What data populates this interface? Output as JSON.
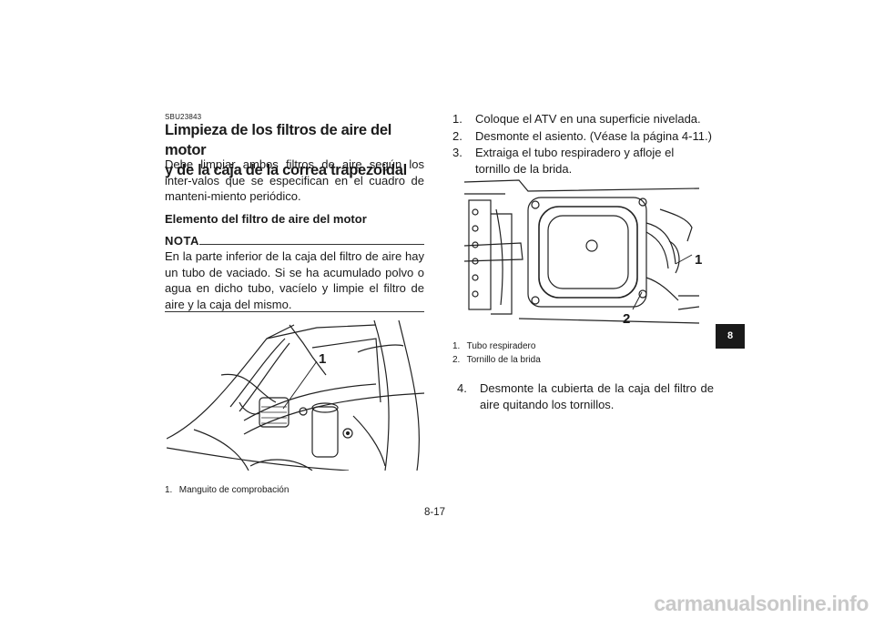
{
  "left_column": {
    "code": "SBU23843",
    "title_line1": "Limpieza de los filtros de aire del motor",
    "title_line2": "y de la caja de la correa trapezoidal",
    "intro": "Debe limpiar ambos filtros de aire según los inter-valos que se especifican en el cuadro de manteni-miento periódico.",
    "subheading": "Elemento del filtro de aire del motor",
    "nota_label": "NOTA",
    "nota_text": "En la parte inferior de la caja del filtro de aire hay un tubo de vaciado. Si se ha acumulado polvo o agua en dicho tubo, vacíelo y limpie el filtro de aire y la caja del mismo.",
    "figure_callouts": [
      "1"
    ],
    "captions": [
      {
        "num": "1.",
        "text": "Manguito de comprobación"
      }
    ]
  },
  "right_column": {
    "steps": [
      {
        "num": "1.",
        "text": "Coloque el ATV en una superficie nivelada."
      },
      {
        "num": "2.",
        "text": "Desmonte el asiento. (Véase la página 4-11.)"
      },
      {
        "num": "3.",
        "text": "Extraiga el tubo respiradero y afloje el tornillo de la brida."
      }
    ],
    "figure_callouts": [
      "1",
      "2"
    ],
    "captions": [
      {
        "num": "1.",
        "text": "Tubo respiradero"
      },
      {
        "num": "2.",
        "text": "Tornillo de la brida"
      }
    ],
    "step4": {
      "num": "4.",
      "text": "Desmonte la cubierta de la caja del filtro de aire quitando los tornillos."
    }
  },
  "chapter_tab": "8",
  "page_number": "8-17",
  "watermark": "carmanualsonline.info"
}
